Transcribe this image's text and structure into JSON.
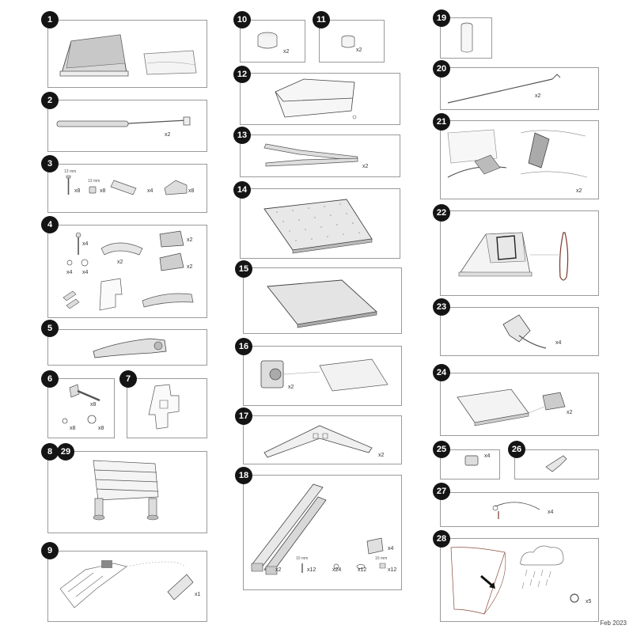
{
  "footer": "Feb 2023",
  "items": {
    "1": {
      "num": "1"
    },
    "2": {
      "num": "2",
      "qty": "x2"
    },
    "3": {
      "num": "3",
      "screw_size": "13 mm",
      "screw_qty": "x8",
      "nut_size": "13 mm",
      "nut_qty": "x8",
      "plate_qty": "x4",
      "clip_qty": "x8"
    },
    "4": {
      "num": "4",
      "bolt_qty": "x4",
      "bracket_qty": "x2",
      "lock_qty": "x2",
      "latch_qty": "x2",
      "washer_qty_a": "x4",
      "washer_qty_b": "x4"
    },
    "5": {
      "num": "5"
    },
    "6": {
      "num": "6",
      "bolt_qty": "x8",
      "washer_qty_a": "x8",
      "washer_qty_b": "x8"
    },
    "7": {
      "num": "7"
    },
    "8": {
      "num": "8",
      "num2": "29"
    },
    "9": {
      "num": "9",
      "qty": "x1"
    },
    "10": {
      "num": "10",
      "qty": "x2"
    },
    "11": {
      "num": "11",
      "qty": "x2"
    },
    "12": {
      "num": "12"
    },
    "13": {
      "num": "13",
      "qty": "x2"
    },
    "14": {
      "num": "14"
    },
    "15": {
      "num": "15"
    },
    "16": {
      "num": "16",
      "qty": "x2"
    },
    "17": {
      "num": "17",
      "qty": "x2"
    },
    "18": {
      "num": "18",
      "rail_qty": "x2",
      "bolt_size": "10 mm",
      "bolt_qty": "x12",
      "washer_qty": "x24",
      "washer2_qty": "x12",
      "nut_size": "10 mm",
      "nut_qty": "x12",
      "cap_qty": "x4"
    },
    "19": {
      "num": "19"
    },
    "20": {
      "num": "20",
      "qty": "x2"
    },
    "21": {
      "num": "21",
      "qty": "x2"
    },
    "22": {
      "num": "22"
    },
    "23": {
      "num": "23",
      "qty": "x4"
    },
    "24": {
      "num": "24",
      "qty": "x2"
    },
    "25": {
      "num": "25",
      "qty": "x4"
    },
    "26": {
      "num": "26"
    },
    "27": {
      "num": "27",
      "qty": "x4"
    },
    "28": {
      "num": "28",
      "qty": "x5"
    }
  }
}
